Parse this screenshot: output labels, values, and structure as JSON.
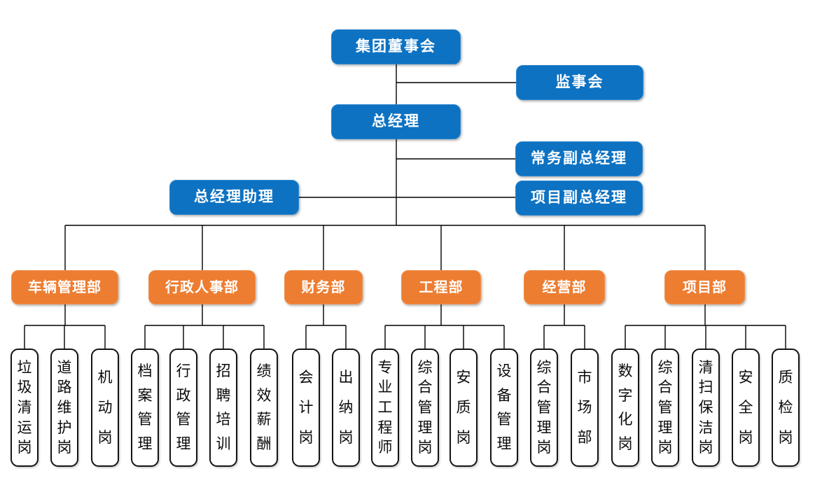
{
  "colors": {
    "executive_box": "#0d72c2",
    "department_box": "#ed7d31",
    "post_box_border": "#141414",
    "connector_line": "#000000"
  },
  "org": {
    "board": {
      "label": "集团董事会"
    },
    "supervisory_board": {
      "label": "监事会"
    },
    "general_manager": {
      "label": "总经理"
    },
    "executive_deputy_gm": {
      "label": "常务副总经理"
    },
    "gm_assistant": {
      "label": "总经理助理"
    },
    "project_deputy_gm": {
      "label": "项目副总经理"
    },
    "departments": [
      {
        "label": "车辆管理部",
        "children": [
          "垃圾清运岗",
          "道路维护岗",
          "机动岗"
        ]
      },
      {
        "label": "行政人事部",
        "children": [
          "档案管理",
          "行政管理",
          "招聘培训",
          "绩效薪酬"
        ]
      },
      {
        "label": "财务部",
        "children": [
          "会计岗",
          "出纳岗"
        ]
      },
      {
        "label": "工程部",
        "children": [
          "专业工程师",
          "综合管理岗",
          "安质岗",
          "设备管理"
        ]
      },
      {
        "label": "经营部",
        "children": [
          "综合管理岗",
          "市场部"
        ]
      },
      {
        "label": "项目部",
        "children": [
          "数字化岗",
          "综合管理岗",
          "清扫保洁岗",
          "安全岗",
          "质检岗"
        ]
      }
    ]
  }
}
